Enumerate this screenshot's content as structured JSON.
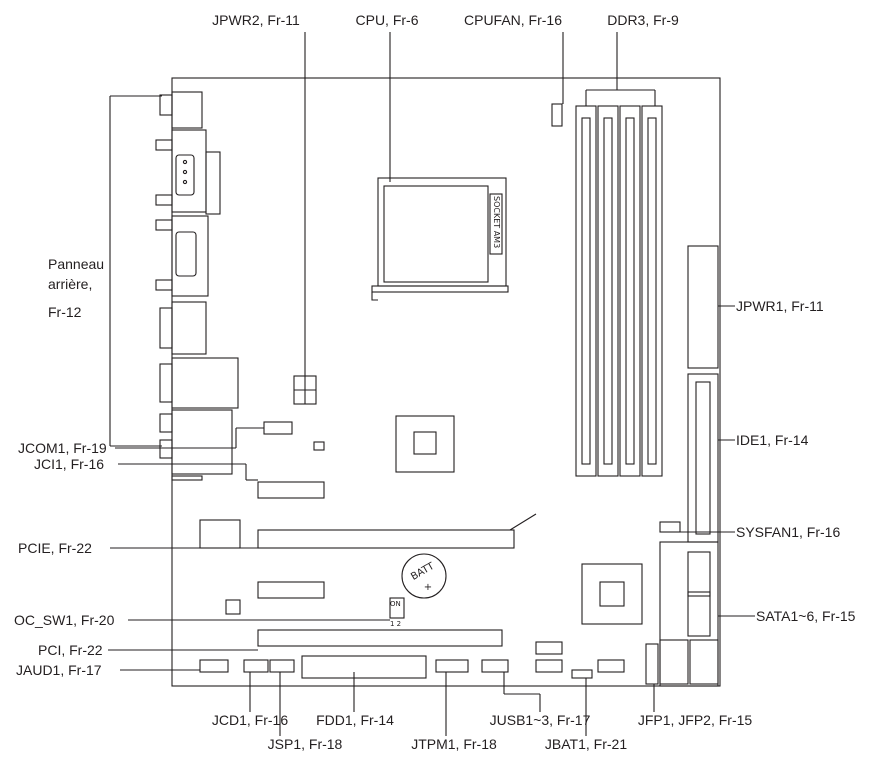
{
  "labels": {
    "jpwr2": "JPWR2, Fr-11",
    "cpu": "CPU, Fr-6",
    "cpufan": "CPUFAN, Fr-16",
    "ddr3": "DDR3, Fr-9",
    "panneau_1": "Panneau",
    "panneau_2": "arrière,",
    "panneau_3": "Fr-12",
    "jpwr1": "JPWR1, Fr-11",
    "ide1": "IDE1, Fr-14",
    "sysfan1": "SYSFAN1, Fr-16",
    "sata": "SATA1~6, Fr-15",
    "jcom1": "JCOM1, Fr-19",
    "jci1": "JCI1, Fr-16",
    "pcie": "PCIE, Fr-22",
    "oc_sw1": "OC_SW1, Fr-20",
    "pci": "PCI, Fr-22",
    "jaud1": "JAUD1, Fr-17",
    "jcd1": "JCD1, Fr-16",
    "jsp1": "JSP1, Fr-18",
    "fdd1": "FDD1, Fr-14",
    "jtpm1": "JTPM1, Fr-18",
    "jusb": "JUSB1~3, Fr-17",
    "jbat1": "JBAT1, Fr-21",
    "jfp": "JFP1, JFP2, Fr-15"
  },
  "board_text": {
    "socket": "SOCKET AM3",
    "batt": "BATT",
    "batt_plus": "+",
    "switch_on": "ON",
    "switch_num": "1 2"
  }
}
